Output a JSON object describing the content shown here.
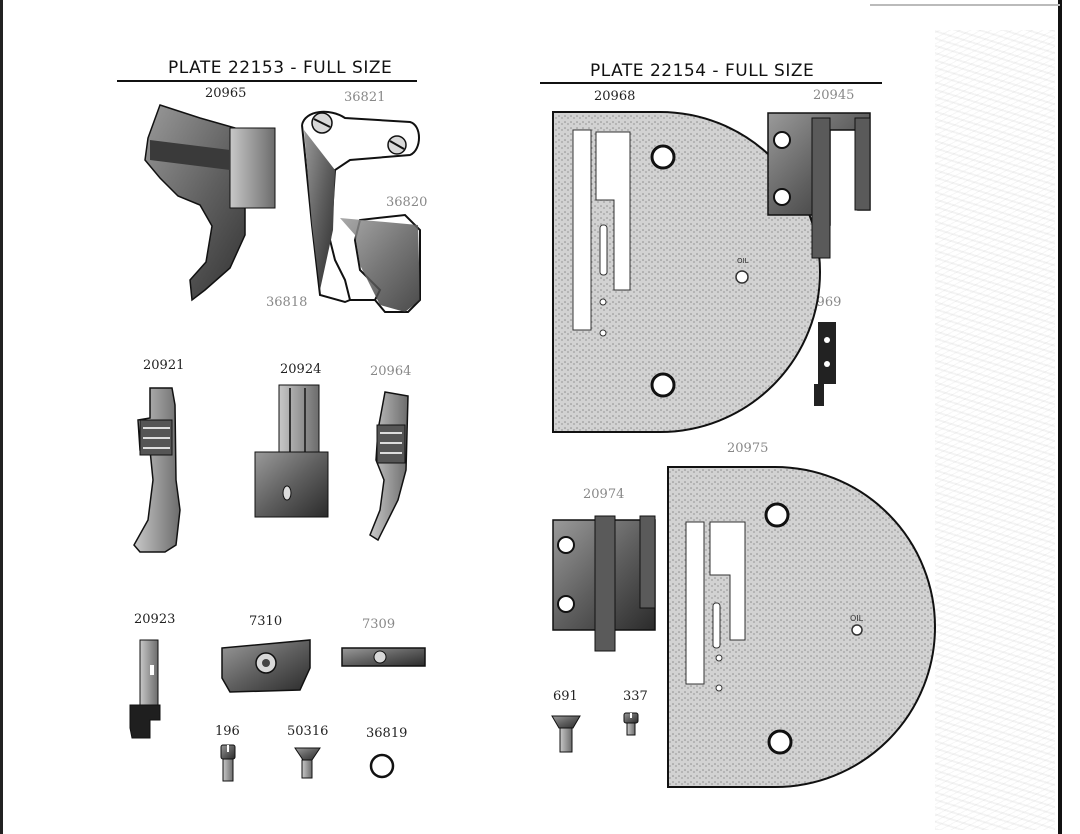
{
  "left_plate": {
    "title": "PLATE 22153 - FULL SIZE",
    "labels": {
      "p20965": "20965",
      "p36821": "36821",
      "p36820": "36820",
      "p36818": "36818",
      "p20921": "20921",
      "p20924": "20924",
      "p20964": "20964",
      "p20923": "20923",
      "p7310": "7310",
      "p7309": "7309",
      "p196": "196",
      "p50316": "50316",
      "p36819": "36819"
    }
  },
  "right_plate": {
    "title": "PLATE 22154 - FULL SIZE",
    "labels": {
      "p20968": "20968",
      "p20945": "20945",
      "p20969": "20969",
      "p20975": "20975",
      "p20974": "20974",
      "p691": "691",
      "p337": "337",
      "oil_top": "OIL",
      "oil_bottom": "OIL"
    }
  }
}
